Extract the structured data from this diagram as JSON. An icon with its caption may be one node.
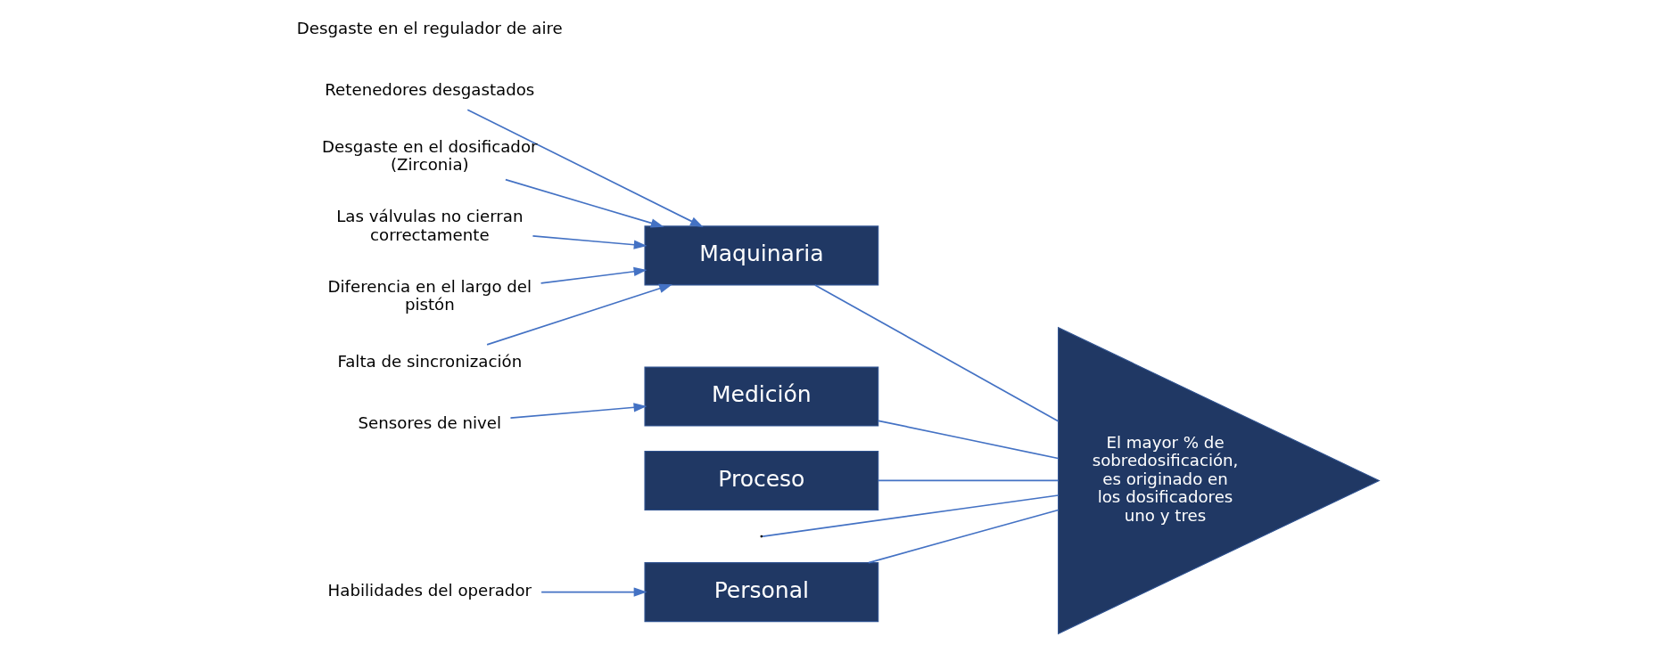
{
  "diagram": {
    "nodes": [
      {
        "text": [
          "Personal"
        ]
      },
      {
        "text": [
          "Maquinaria"
        ]
      },
      {
        "text": [
          "Medición"
        ]
      },
      {
        "text": [
          "Proceso"
        ]
      },
      {
        "text": [
          "El mayor % de sobredosificación, es originado en los dosificadores uno y tres"
        ]
      },
      {
        "text": [
          "Habilidades del operador"
        ]
      },
      {
        "text": [
          "Sensores de nivel"
        ]
      },
      {
        "text": [
          "Retenedores desgastados"
        ]
      },
      {
        "text": [
          "Desgaste en el dosificador (Zirconia)"
        ]
      },
      {
        "text": [
          "Las válvulas no cierran correctamente"
        ]
      },
      {
        "text": [
          "Diferencia en el largo del pistón"
        ]
      },
      {
        "text": [
          "Falta de sincronización"
        ]
      }
    ],
    "edges": [
      {
        "from": 0,
        "to": 4,
        "arrow": "none"
      },
      {
        "from": 1,
        "to": 4,
        "arrow": "none"
      },
      {
        "from": 2,
        "to": 4,
        "arrow": "none"
      },
      {
        "from": 3,
        "to": 4,
        "arrow": "none"
      },
      {
        "from": null,
        "to": 4,
        "arrow": "none"
      },
      {
        "from": 5,
        "to": 0,
        "arrow": "to"
      },
      {
        "from": 6,
        "to": 2,
        "arrow": "to"
      },
      {
        "from": 7,
        "to": 1,
        "arrow": "to"
      },
      {
        "from": 8,
        "to": 1,
        "arrow": "to"
      },
      {
        "from": 9,
        "to": 1,
        "arrow": "to"
      },
      {
        "from": 10,
        "to": 1,
        "arrow": "to"
      },
      {
        "from": 11,
        "to": 1,
        "arrow": "to"
      }
    ],
    "labels": [
      "Desgaste en el regulador de aire"
    ]
  }
}
